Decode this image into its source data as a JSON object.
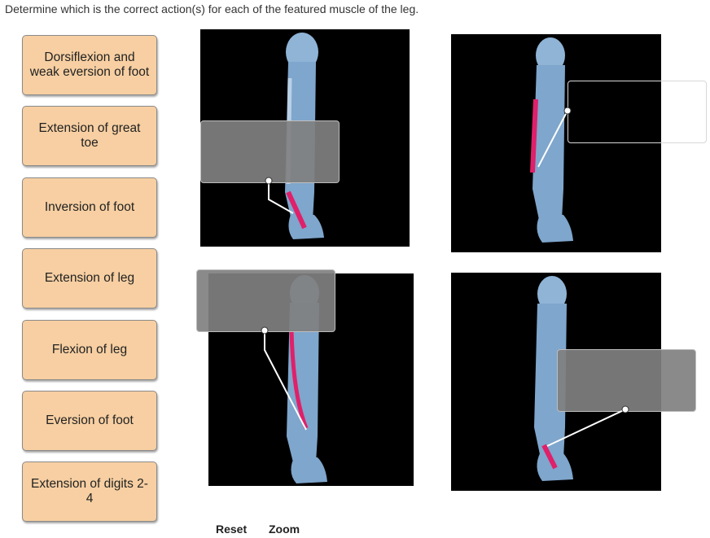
{
  "instructions": "Determine which is the correct action(s) for each of the featured muscle of the leg.",
  "choices": [
    {
      "label": "Dorsiflexion and weak eversion of foot"
    },
    {
      "label": "Extension of great toe"
    },
    {
      "label": "Inversion of foot"
    },
    {
      "label": "Extension of leg"
    },
    {
      "label": "Flexion of leg"
    },
    {
      "label": "Eversion of foot"
    },
    {
      "label": "Extension of digits 2-4"
    }
  ],
  "colors": {
    "choice_bg": "#f7cfa2",
    "bone": "#7fa6cc",
    "muscle_highlight": "#e0206a",
    "panel_bg": "#000000"
  },
  "footer": {
    "reset_label": "Reset",
    "zoom_label": "Zoom"
  }
}
